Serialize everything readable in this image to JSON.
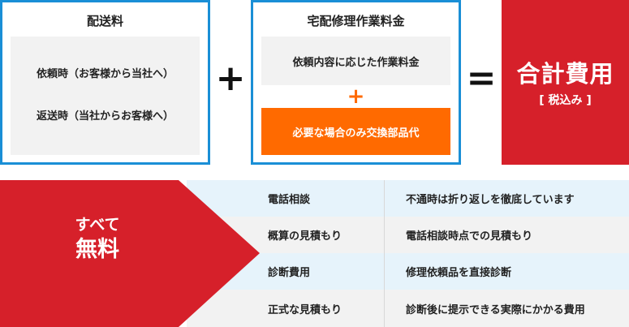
{
  "shipping": {
    "title": "配送料",
    "items": [
      "依頼時（お客様から当社へ）",
      "返送時（当社からお客様へ）"
    ]
  },
  "plus_symbol": "+",
  "repair": {
    "title": "宅配修理作業料金",
    "item1": "依頼内容に応じた作業料金",
    "inner_plus": "+",
    "item2": "必要な場合のみ交換部品代"
  },
  "equals_symbol": "=",
  "total": {
    "label": "合計費用",
    "note": "[ 税込み ]"
  },
  "free": {
    "line1": "すべて",
    "line2": "無料"
  },
  "free_items": [
    {
      "name": "電話相談",
      "desc": "不通時は折り返しを徹底しています"
    },
    {
      "name": "概算の見積もり",
      "desc": "電話相談時点での見積もり"
    },
    {
      "name": "診断費用",
      "desc": "修理依頼品を直接診断"
    },
    {
      "name": "正式な見積もり",
      "desc": "診断後に提示できる実際にかかる費用"
    }
  ],
  "colors": {
    "blue_border": "#1a8fd6",
    "orange": "#ff6a00",
    "red": "#d6202a",
    "light_blue_row": "#e6f3fb",
    "gray_row": "#f2f2f2"
  }
}
